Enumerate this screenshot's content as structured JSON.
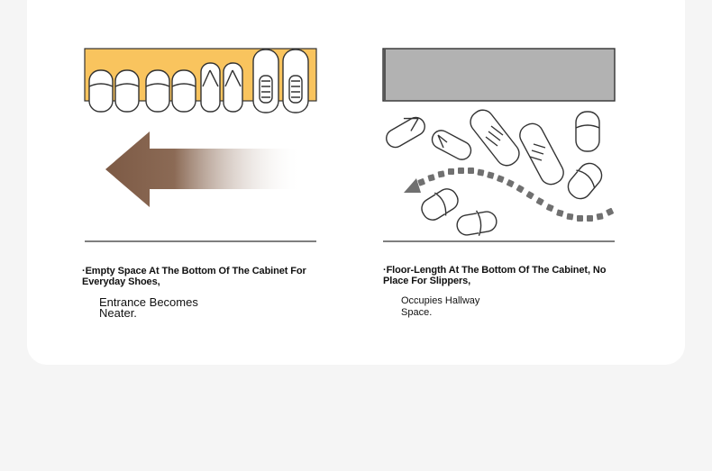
{
  "left_panel": {
    "caption_line1": "·Empty Space At The Bottom Of The Cabinet For",
    "caption_line2": "Everyday Shoes,",
    "result_line1": "Entrance Becomes",
    "result_line2": "Neater."
  },
  "right_panel": {
    "caption_line1": "·Floor-Length At The Bottom Of The Cabinet, No",
    "caption_line2": "Place For Slippers,",
    "result_line1": "Occupies Hallway",
    "result_line2": "Space."
  },
  "colors": {
    "cabinet_yellow": "#f9c45e",
    "cabinet_gray": "#b2b2b2",
    "arrow_brown": "#7d5a45",
    "dotted_path": "#707070"
  }
}
